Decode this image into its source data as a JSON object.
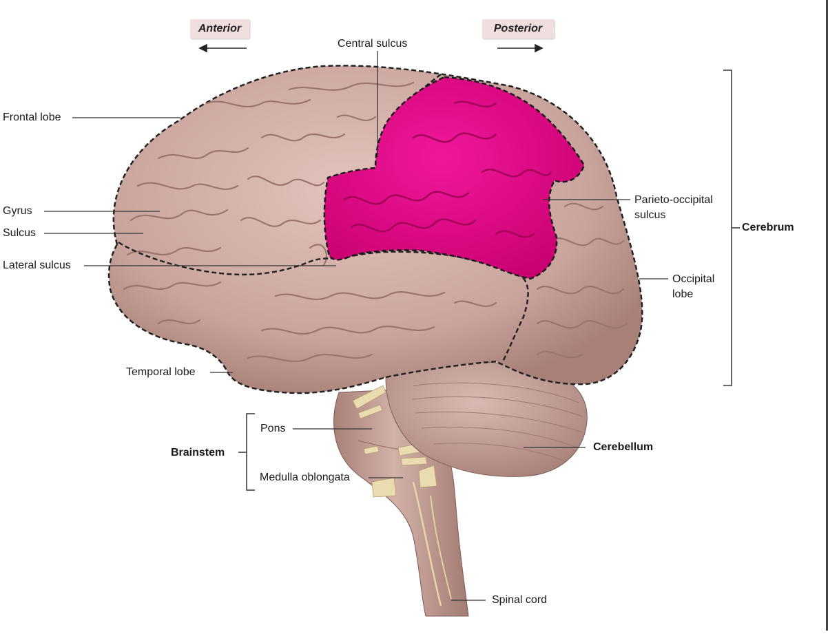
{
  "directions": {
    "anterior": "Anterior",
    "posterior": "Posterior"
  },
  "labels": {
    "central_sulcus": "Central sulcus",
    "frontal_lobe": "Frontal lobe",
    "gyrus": "Gyrus",
    "sulcus": "Sulcus",
    "lateral_sulcus": "Lateral sulcus",
    "temporal_lobe": "Temporal lobe",
    "parieto_occipital_line1": "Parieto-occipital",
    "parieto_occipital_line2": "sulcus",
    "occipital_line1": "Occipital",
    "occipital_line2": "lobe",
    "cerebrum": "Cerebrum",
    "pons": "Pons",
    "brainstem": "Brainstem",
    "medulla": "Medulla oblongata",
    "cerebellum": "Cerebellum",
    "spinal_cord": "Spinal cord"
  },
  "colors": {
    "brain": "#c9a49c",
    "brain_dark": "#a17a72",
    "parietal_highlight": "#e0007f",
    "brainstem": "#c6a49c",
    "nerves": "#e8d6a8"
  }
}
